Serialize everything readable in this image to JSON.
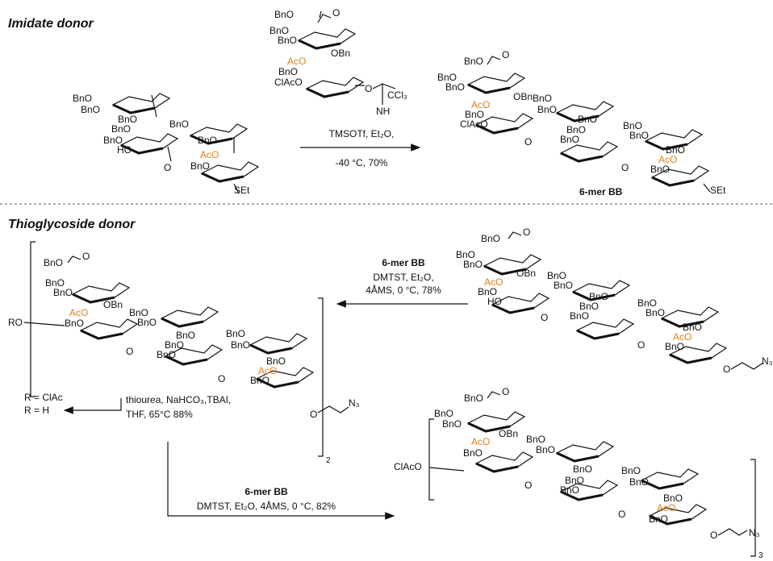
{
  "headings": {
    "imidate": "Imidate donor",
    "thio": "Thioglycoside donor"
  },
  "reaction1": {
    "reagents": "TMSOTf, Et₂O,",
    "conditions": "-40 °C, 70%",
    "product_label": "6-mer BB"
  },
  "reaction2": {
    "reagent_bold": "6-mer BB",
    "line1": "DMTST, Et₂O,",
    "line2": "4ÅMS, 0 °C, 78%"
  },
  "reaction3": {
    "line1": "thiourea, NaHCO₃,TBAI,",
    "line2": "THF, 65°C 88%",
    "r_clac": "R = ClAc",
    "r_h": "R = H"
  },
  "reaction4": {
    "reagent_bold": "6-mer BB",
    "line1": "DMTST, Et₂O, 4ÅMS, 0 °C, 82%"
  },
  "groups": {
    "bno": "BnO",
    "bno_eq": "BnO",
    "ho": "HO",
    "aco": "AcO",
    "obn": "OBn",
    "clac": "ClAcO",
    "set": "SEt",
    "o": "O",
    "ro": "RO",
    "n3": "N₃",
    "ccl3": "CCl₃",
    "nh": "NH",
    "tilde_o": "O"
  },
  "repeat": {
    "n2": "2",
    "n3": "3"
  },
  "colors": {
    "acetyl": "#e0801a",
    "ink": "#111111"
  }
}
